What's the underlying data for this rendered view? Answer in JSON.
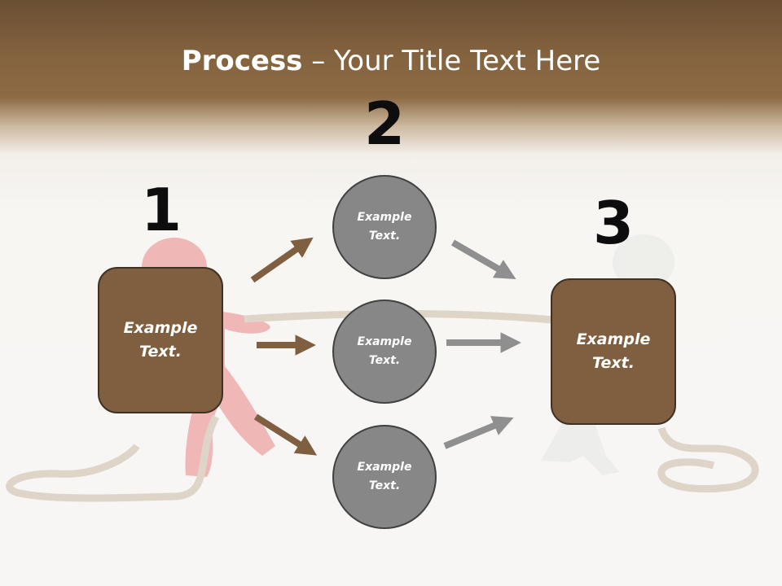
{
  "title": {
    "bold": "Process",
    "rest": " – Your Title Text Here"
  },
  "steps": [
    "1",
    "2",
    "3"
  ],
  "left_box": {
    "text": "Example Text."
  },
  "right_box": {
    "text": "Example Text."
  },
  "circles": [
    {
      "text": "Example Text."
    },
    {
      "text": "Example Text."
    },
    {
      "text": "Example Text."
    }
  ],
  "colors": {
    "header": "#8d6b45",
    "box": "#7f5f3f",
    "circle": "#878787",
    "arrow_brown": "#7f5f3f",
    "arrow_gray": "#8f8f8f"
  }
}
